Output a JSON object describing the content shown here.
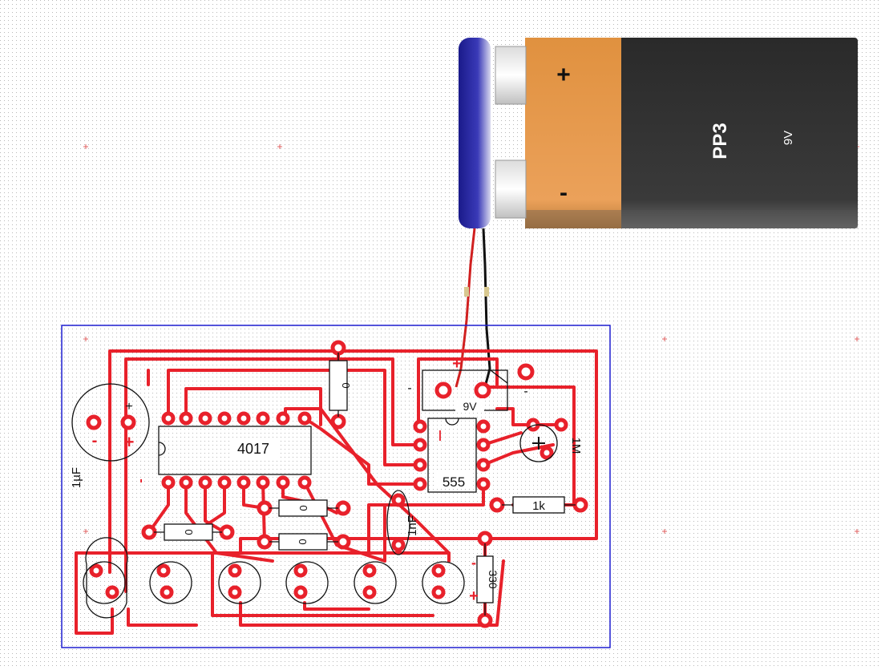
{
  "battery": {
    "model": "PP3",
    "voltage": "9V",
    "plus_sign": "+",
    "minus_sign": "-"
  },
  "board": {
    "ic_counter": "4017",
    "ic_timer": "555",
    "connector": "9V",
    "capacitor_electrolytic": "1µF",
    "capacitor_ceramic": "1nF",
    "trimmer": "1M",
    "resistor_1k": "1k",
    "resistor_330": "330",
    "diode_marks": [
      "0",
      "0",
      "0",
      "0"
    ],
    "cap_plus": "+",
    "cap_plus_outer": "+",
    "cap_minus": "-",
    "conn_minus": "-",
    "conn_plus": "+",
    "pwr_minus": "-",
    "led_plus": "+",
    "led_minus": "-",
    "ic_marker": "|"
  },
  "colors": {
    "trace": "#e8212b",
    "outline": "#1f1fd0",
    "silk": "#111111",
    "battery_orange": "#e89a4a",
    "battery_body": "#3a3a3a",
    "cap_blue": "#2a2a9a"
  }
}
